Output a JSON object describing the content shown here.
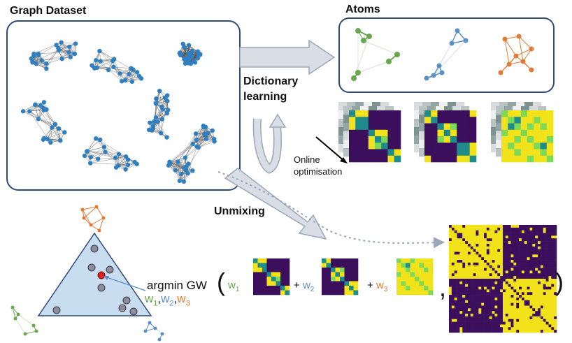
{
  "labels": {
    "graph_dataset": "Graph Dataset",
    "atoms": "Atoms",
    "dictionary_1": "Dictionary",
    "dictionary_2": "learning",
    "online_1": "Online",
    "online_2": "optimisation",
    "unmixing": "Unmixing",
    "argmin": "argmin GW",
    "open_paren": "(",
    "close_paren": ")",
    "comma": ",",
    "plus": "+",
    "w1": "w",
    "w2": "w",
    "w3": "w",
    "sub1": "1",
    "sub2": "2",
    "sub3": "3",
    "sep": ","
  },
  "colors": {
    "green": "#6aa84f",
    "blue": "#5b8fc7",
    "orange": "#e07b39",
    "node_blue": "#2f7fc1",
    "frame": "#2e4a78",
    "arrow_fill": "#d9dee6",
    "simplex_fill": "#c9ddf0",
    "point_red": "#e02020",
    "yellow": "#f2e21a",
    "purple": "#3b0f5c",
    "teal": "#1e8c8a",
    "lime": "#7ed957"
  }
}
